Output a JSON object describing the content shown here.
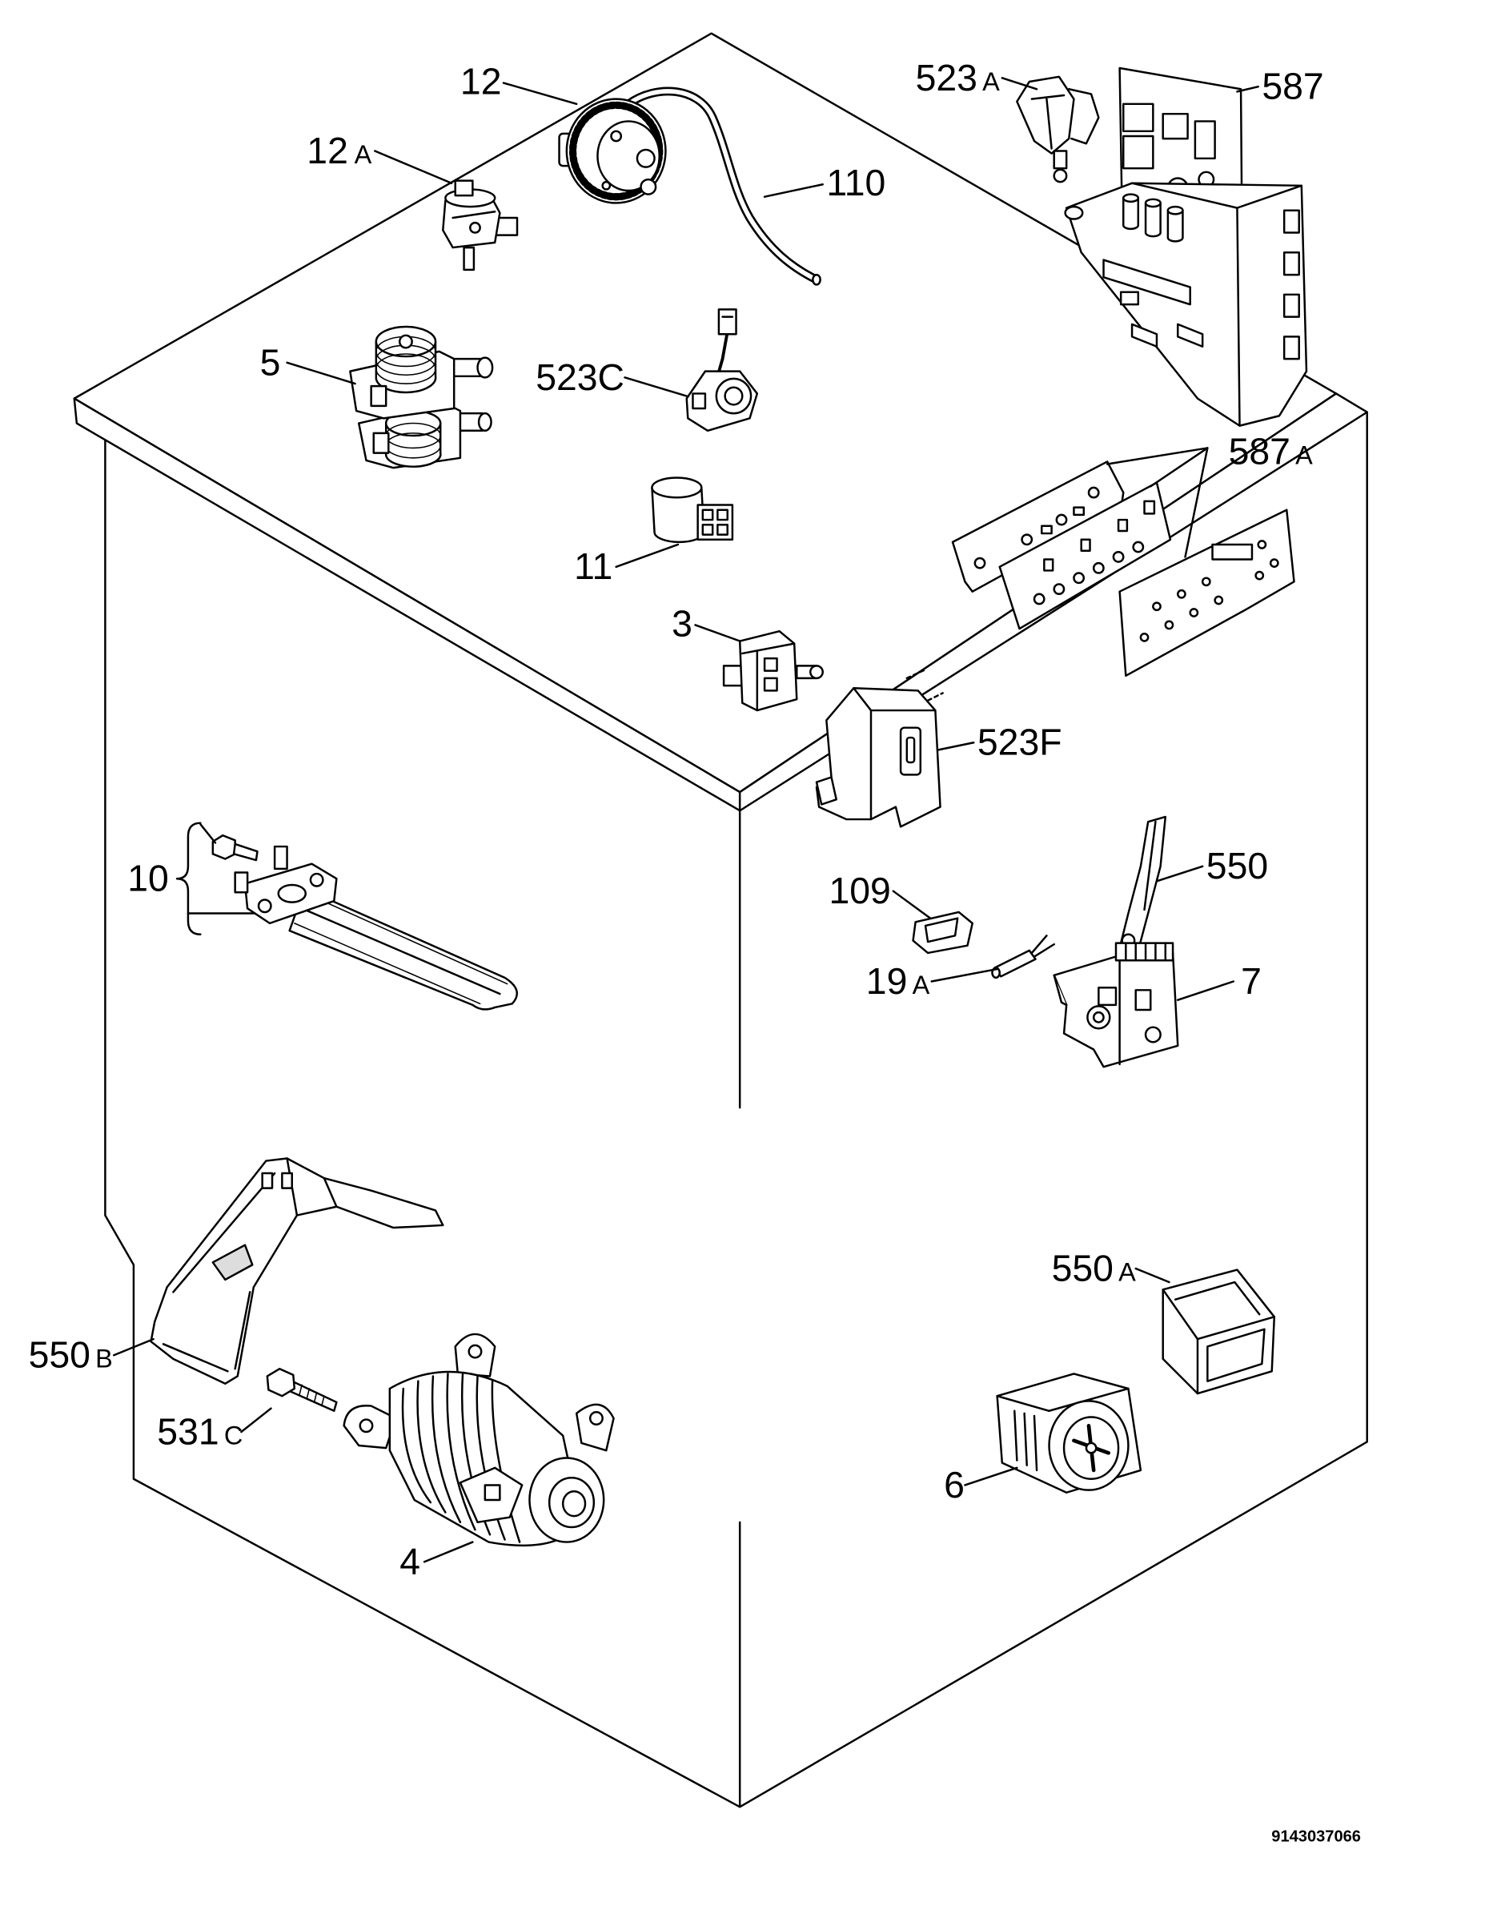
{
  "callouts": {
    "c12": {
      "num": "12"
    },
    "c12a": {
      "num": "12",
      "sfx": "A"
    },
    "c110": {
      "num": "110"
    },
    "c5": {
      "num": "5"
    },
    "c523c": {
      "num": "523C"
    },
    "c11": {
      "num": "11"
    },
    "c3": {
      "num": "3"
    },
    "c523f": {
      "num": "523F"
    },
    "c10": {
      "num": "10"
    },
    "c109": {
      "num": "109"
    },
    "c550": {
      "num": "550"
    },
    "c19a": {
      "num": "19",
      "sfx": "A"
    },
    "c7": {
      "num": "7"
    },
    "c523a": {
      "num": "523",
      "sfx": "A"
    },
    "c587": {
      "num": "587"
    },
    "c587a": {
      "num": "587",
      "sfx": "A"
    },
    "c550a": {
      "num": "550",
      "sfx": "A"
    },
    "c550b": {
      "num": "550",
      "sfx": "B"
    },
    "c531c": {
      "num": "531",
      "sfx": "C"
    },
    "c6": {
      "num": "6"
    },
    "c4": {
      "num": "4"
    }
  },
  "drawing_number": "9143037066"
}
